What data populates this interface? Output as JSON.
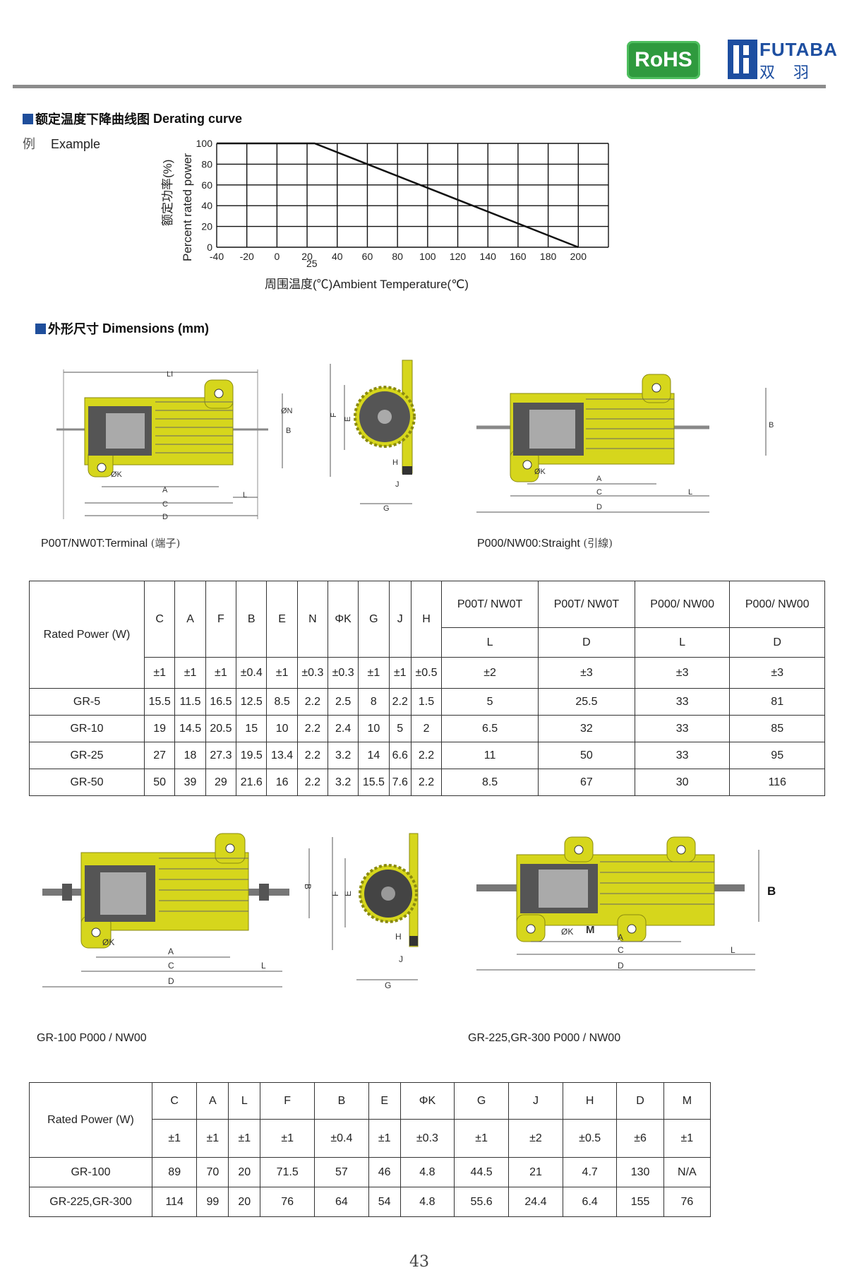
{
  "header": {
    "rohs": "RoHS",
    "brand": "FUTABA",
    "brand_cn": "双羽"
  },
  "derating": {
    "title_cn": "额定温度下降曲线图",
    "title_en": "Derating curve",
    "example_cn": "例",
    "example_en": "Example",
    "chart_data": {
      "type": "line",
      "x": [
        -40,
        25,
        200
      ],
      "y": [
        100,
        100,
        0
      ],
      "xticks": [
        "-40",
        "-20",
        "0",
        "20",
        "40",
        "60",
        "80",
        "100",
        "120",
        "140",
        "160",
        "180",
        "200"
      ],
      "yticks": [
        "0",
        "20",
        "40",
        "60",
        "80",
        "100"
      ],
      "extra_xtick": "25",
      "xlabel": "周围温度(℃)Ambient Temperature(℃)",
      "ylabel_en": "Percent rated power",
      "ylabel_cn": "额定功率(%)",
      "xlim": [
        -40,
        220
      ],
      "ylim": [
        0,
        100
      ],
      "grid": true
    }
  },
  "dimensions": {
    "title_cn": "外形尺寸",
    "title_en": "Dimensions (mm)",
    "caption_terminal": "P00T/NW0T:Terminal",
    "caption_terminal_cn": "(端子)",
    "caption_straight": "P000/NW00:Straight",
    "caption_straight_cn": "(引線)",
    "caption_gr100": "GR-100 P000 / NW00",
    "caption_gr225": "GR-225,GR-300 P000 / NW00",
    "labels": {
      "L1": "LI",
      "B": "B",
      "F": "F",
      "E": "E",
      "H": "H",
      "J": "J",
      "G": "G",
      "A": "A",
      "C": "C",
      "D": "D",
      "L": "L",
      "K": "ØK",
      "N": "ØN",
      "M": "M"
    }
  },
  "table1": {
    "rated_label": "Rated Power (W)",
    "headers": [
      "C",
      "A",
      "F",
      "B",
      "E",
      "N",
      "ΦK",
      "G",
      "J",
      "H"
    ],
    "group_headers": [
      "P00T/ NW0T",
      "P00T/ NW0T",
      "P000/ NW00",
      "P000/ NW00"
    ],
    "group_sub": [
      "L",
      "D",
      "L",
      "D"
    ],
    "tolerances": [
      "±1",
      "±1",
      "±1",
      "±0.4",
      "±1",
      "±0.3",
      "±0.3",
      "±1",
      "±1",
      "±0.5",
      "±2",
      "±3",
      "±3",
      "±3"
    ],
    "rows": [
      [
        "GR-5",
        "15.5",
        "11.5",
        "16.5",
        "12.5",
        "8.5",
        "2.2",
        "2.5",
        "8",
        "2.2",
        "1.5",
        "5",
        "25.5",
        "33",
        "81"
      ],
      [
        "GR-10",
        "19",
        "14.5",
        "20.5",
        "15",
        "10",
        "2.2",
        "2.4",
        "10",
        "5",
        "2",
        "6.5",
        "32",
        "33",
        "85"
      ],
      [
        "GR-25",
        "27",
        "18",
        "27.3",
        "19.5",
        "13.4",
        "2.2",
        "3.2",
        "14",
        "6.6",
        "2.2",
        "11",
        "50",
        "33",
        "95"
      ],
      [
        "GR-50",
        "50",
        "39",
        "29",
        "21.6",
        "16",
        "2.2",
        "3.2",
        "15.5",
        "7.6",
        "2.2",
        "8.5",
        "67",
        "30",
        "116"
      ]
    ]
  },
  "table2": {
    "rated_label": "Rated Power (W)",
    "headers": [
      "C",
      "A",
      "L",
      "F",
      "B",
      "E",
      "ΦK",
      "G",
      "J",
      "H",
      "D",
      "M"
    ],
    "tolerances": [
      "±1",
      "±1",
      "±1",
      "±1",
      "±0.4",
      "±1",
      "±0.3",
      "±1",
      "±2",
      "±0.5",
      "±6",
      "±1"
    ],
    "rows": [
      [
        "GR-100",
        "89",
        "70",
        "20",
        "71.5",
        "57",
        "46",
        "4.8",
        "44.5",
        "21",
        "4.7",
        "130",
        "N/A"
      ],
      [
        "GR-225,GR-300",
        "114",
        "99",
        "20",
        "76",
        "64",
        "54",
        "4.8",
        "55.6",
        "24.4",
        "6.4",
        "155",
        "76"
      ]
    ]
  },
  "page_number": "43",
  "colors": {
    "resistor_body": "#d6d61c",
    "section_square": "#1f4e9b",
    "rohs_green": "#2f9a3e",
    "brand_blue": "#1d4ea0"
  }
}
